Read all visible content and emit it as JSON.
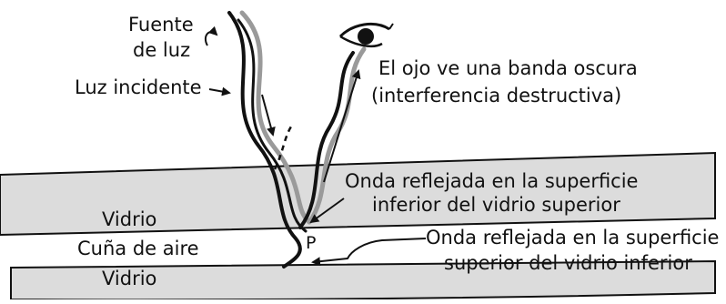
{
  "labels": {
    "light_source": [
      "Fuente",
      "de luz"
    ],
    "incident_light": "Luz incidente",
    "eye_caption": [
      "El ojo ve una banda oscura",
      "(interferencia destructiva)"
    ],
    "wave_top": [
      "Onda reflejada en la superficie",
      "inferior del vidrio superior"
    ],
    "wave_bottom": [
      "Onda reflejada en la superficie",
      "superior del vidrio inferior"
    ],
    "glass_top": "Vidrio",
    "air_wedge": "Cuña de aire",
    "glass_bottom": "Vidrio",
    "point": "P"
  },
  "colors": {
    "glass": "#dcdcdc",
    "ink": "#111111",
    "gray_wave": "#9a9a9a"
  },
  "icons": [
    "eye-icon",
    "curl-arrow-icon",
    "pointer-arrow-icon"
  ]
}
